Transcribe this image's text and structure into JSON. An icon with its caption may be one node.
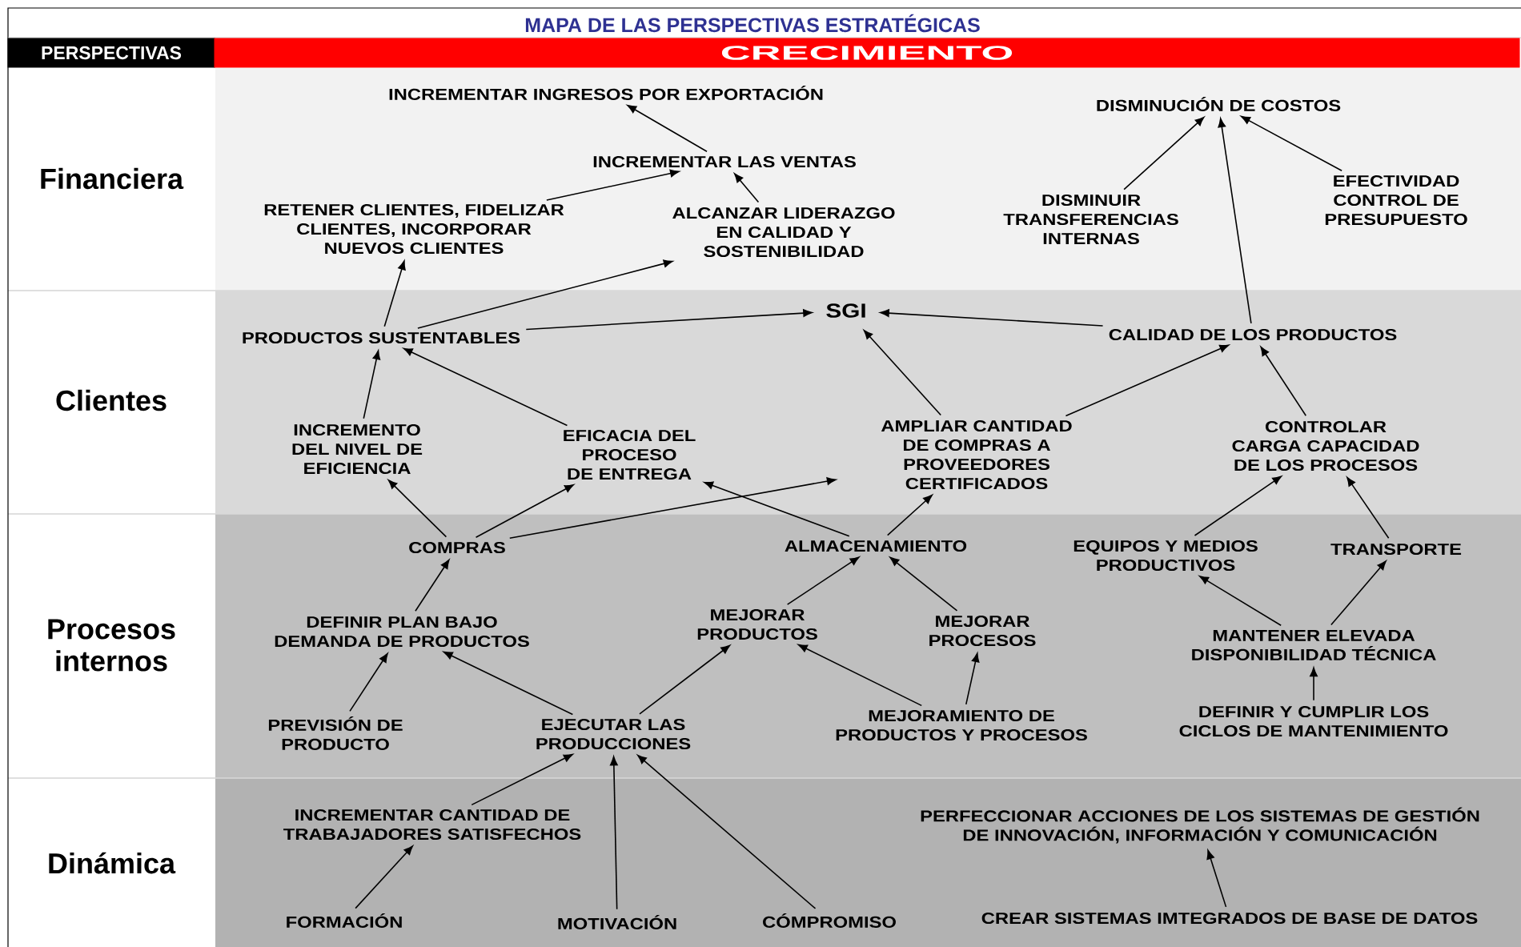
{
  "diagram": {
    "title": "MAPA DE LAS PERSPECTIVAS ESTRATÉGICAS",
    "nodes": [
      {
        "text": [
          "PERSPECTIVAS"
        ]
      },
      {
        "text": [
          "CRECIMIENTO"
        ]
      },
      {
        "text": [
          "Financiera"
        ]
      },
      {
        "text": [
          "Clientes"
        ]
      },
      {
        "text": [
          "Procesos internos"
        ]
      },
      {
        "text": [
          "Dinámica"
        ]
      },
      {
        "text": [
          "INCREMENTAR INGRESOS POR EXPORTACIÓN"
        ]
      },
      {
        "text": [
          "DISMINUCIÓN DE COSTOS"
        ]
      },
      {
        "text": [
          "INCREMENTAR LAS VENTAS"
        ]
      },
      {
        "text": [
          "RETENER CLIENTES, FIDELIZAR CLIENTES, INCORPORAR NUEVOS CLIENTES"
        ]
      },
      {
        "text": [
          "ALCANZAR LIDERAZGO EN CALIDAD Y SOSTENIBILIDAD"
        ]
      },
      {
        "text": [
          "DISMINUIR TRANSFERENCIAS INTERNAS"
        ]
      },
      {
        "text": [
          "EFECTIVIDAD CONTROL DE PRESUPUESTO"
        ]
      },
      {
        "text": [
          "SGI"
        ]
      },
      {
        "text": [
          "PRODUCTOS SUSTENTABLES"
        ]
      },
      {
        "text": [
          "CALIDAD DE LOS PRODUCTOS"
        ]
      },
      {
        "text": [
          "INCREMENTO DEL NIVEL DE EFICIENCIA"
        ]
      },
      {
        "text": [
          "EFICACIA DEL PROCESO DE ENTREGA"
        ]
      },
      {
        "text": [
          "AMPLIAR CANTIDAD DE COMPRAS A PROVEEDORES CERTIFICADOS"
        ]
      },
      {
        "text": [
          "CONTROLAR CARGA CAPACIDAD DE LOS PROCESOS"
        ]
      },
      {
        "text": [
          "COMPRAS"
        ]
      },
      {
        "text": [
          "ALMACENAMIENTO"
        ]
      },
      {
        "text": [
          "EQUIPOS Y MEDIOS PRODUCTIVOS"
        ]
      },
      {
        "text": [
          "TRANSPORTE"
        ]
      },
      {
        "text": [
          "DEFINIR PLAN BAJO DEMANDA DE PRODUCTOS"
        ]
      },
      {
        "text": [
          "MEJORAR PRODUCTOS"
        ]
      },
      {
        "text": [
          "MEJORAR PROCESOS"
        ]
      },
      {
        "text": [
          "MANTENER ELEVADA DISPONIBILIDAD TÉCNICA"
        ]
      },
      {
        "text": [
          "PREVISIÓN DE PRODUCTO"
        ]
      },
      {
        "text": [
          "EJECUTAR LAS PRODUCCIONES"
        ]
      },
      {
        "text": [
          "MEJORAMIENTO DE PRODUCTOS Y PROCESOS"
        ]
      },
      {
        "text": [
          "DEFINIR Y CUMPLIR LOS CICLOS DE MANTENIMIENTO"
        ]
      },
      {
        "text": [
          "INCREMENTAR CANTIDAD DE TRABAJADORES SATISFECHOS"
        ]
      },
      {
        "text": [
          "PERFECCIONAR ACCIONES DE LOS SISTEMAS DE GESTIÓN DE INNOVACIÓN, INFORMACIÓN Y COMUNICACIÓN"
        ]
      },
      {
        "text": [
          "FORMACIÓN"
        ]
      },
      {
        "text": [
          "MOTIVACIÓN"
        ]
      },
      {
        "text": [
          "CÓMPROMISO"
        ]
      },
      {
        "text": [
          "CREAR SISTEMAS IMTEGRADOS DE BASE DE DATOS"
        ]
      }
    ],
    "edges": [
      {
        "from": 8,
        "to": 6,
        "arrow": "to"
      },
      {
        "from": 9,
        "to": 8,
        "arrow": "to"
      },
      {
        "from": 10,
        "to": 8,
        "arrow": "to"
      },
      {
        "from": 11,
        "to": 7,
        "arrow": "to"
      },
      {
        "from": 15,
        "to": 7,
        "arrow": "to"
      },
      {
        "from": 12,
        "to": 7,
        "arrow": "to"
      },
      {
        "from": 14,
        "to": 9,
        "arrow": "to"
      },
      {
        "from": 14,
        "to": 10,
        "arrow": "to"
      },
      {
        "from": 14,
        "to": 13,
        "arrow": "to"
      },
      {
        "from": 15,
        "to": 13,
        "arrow": "to"
      },
      {
        "from": 18,
        "to": 13,
        "arrow": "to"
      },
      {
        "from": 18,
        "to": 15,
        "arrow": "to"
      },
      {
        "from": 16,
        "to": 14,
        "arrow": "to"
      },
      {
        "from": 17,
        "to": 14,
        "arrow": "to"
      },
      {
        "from": 19,
        "to": 15,
        "arrow": "to"
      },
      {
        "from": 20,
        "to": 16,
        "arrow": "to"
      },
      {
        "from": 20,
        "to": 17,
        "arrow": "to"
      },
      {
        "from": 20,
        "to": 18,
        "arrow": "to"
      },
      {
        "from": 21,
        "to": 17,
        "arrow": "to"
      },
      {
        "from": 21,
        "to": 18,
        "arrow": "to"
      },
      {
        "from": 22,
        "to": 19,
        "arrow": "to"
      },
      {
        "from": 23,
        "to": 19,
        "arrow": "to"
      },
      {
        "from": 24,
        "to": 20,
        "arrow": "to"
      },
      {
        "from": 25,
        "to": 21,
        "arrow": "to"
      },
      {
        "from": 26,
        "to": 21,
        "arrow": "to"
      },
      {
        "from": 27,
        "to": 22,
        "arrow": "to"
      },
      {
        "from": 27,
        "to": 23,
        "arrow": "to"
      },
      {
        "from": 28,
        "to": 24,
        "arrow": "to"
      },
      {
        "from": 29,
        "to": 24,
        "arrow": "to"
      },
      {
        "from": 29,
        "to": 25,
        "arrow": "to"
      },
      {
        "from": 30,
        "to": 25,
        "arrow": "to"
      },
      {
        "from": 30,
        "to": 26,
        "arrow": "to"
      },
      {
        "from": 31,
        "to": 27,
        "arrow": "to"
      },
      {
        "from": 32,
        "to": 29,
        "arrow": "to"
      },
      {
        "from": 35,
        "to": 29,
        "arrow": "to"
      },
      {
        "from": 36,
        "to": 29,
        "arrow": "to"
      },
      {
        "from": 34,
        "to": 32,
        "arrow": "to"
      },
      {
        "from": 37,
        "to": 33,
        "arrow": "to"
      }
    ]
  }
}
